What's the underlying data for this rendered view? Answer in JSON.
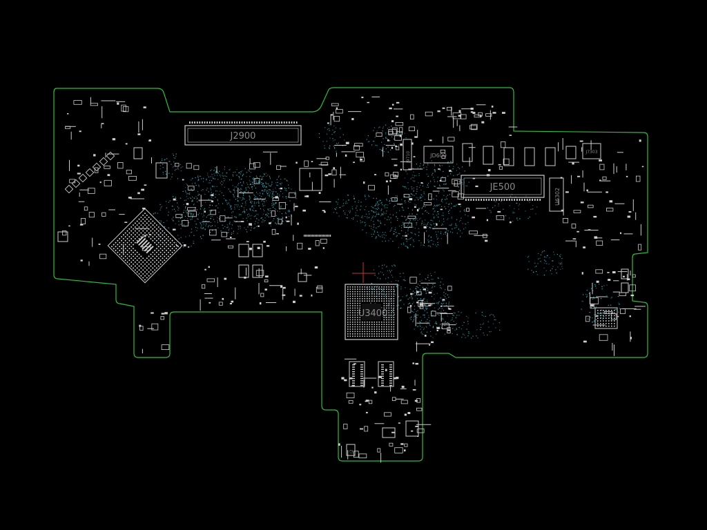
{
  "board": {
    "outline_color": "#2fbf3a",
    "silk_color": "#cfcfcf",
    "via_color": "#3fb7c9",
    "background": "#000000",
    "crosshair_color": "#c0392b"
  },
  "labels": {
    "j2900": "J2900",
    "je500": "JE500",
    "jd600": "JD600",
    "j9710": "J9710",
    "u6302": "U6302",
    "u3400": "U3400",
    "j2": "J2",
    "j7303": "J7303"
  }
}
